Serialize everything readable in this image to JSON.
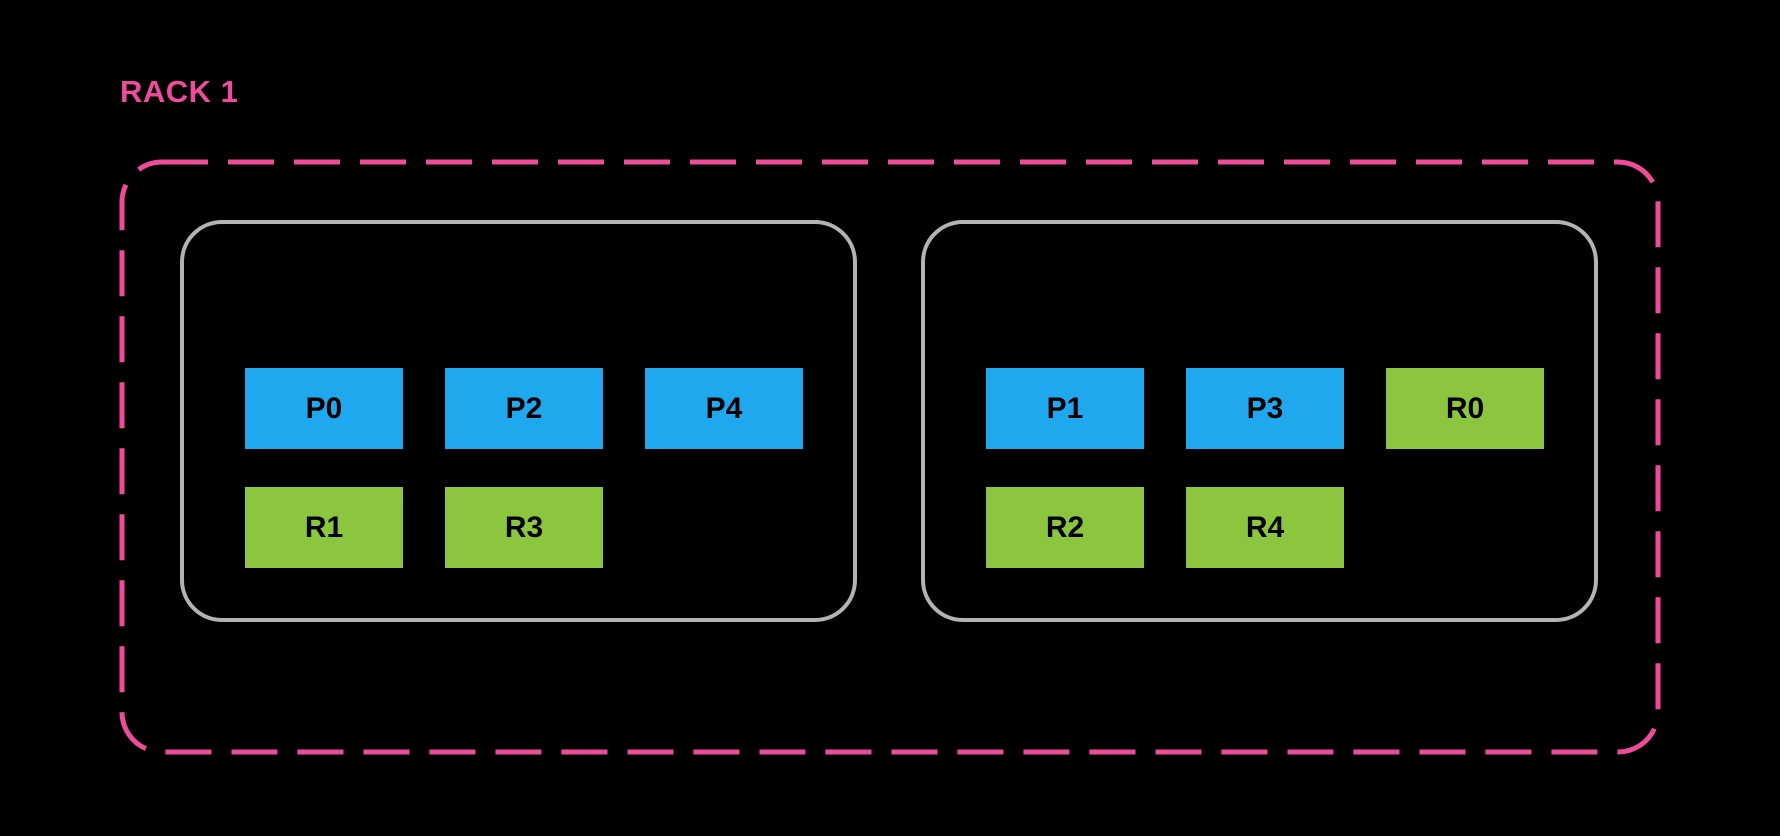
{
  "colors": {
    "background": "#000000",
    "primary": "#20a8ef",
    "replica": "#8cc63f",
    "rack_border": "#ee4c9b",
    "node_border": "#b3b3b3",
    "slot_text": "#000000"
  },
  "rack": {
    "label": "RACK 1",
    "nodes": [
      {
        "slots": [
          {
            "label": "P0",
            "type": "primary"
          },
          {
            "label": "P2",
            "type": "primary"
          },
          {
            "label": "P4",
            "type": "primary"
          },
          {
            "label": "R1",
            "type": "replica"
          },
          {
            "label": "R3",
            "type": "replica"
          }
        ]
      },
      {
        "slots": [
          {
            "label": "P1",
            "type": "primary"
          },
          {
            "label": "P3",
            "type": "primary"
          },
          {
            "label": "R0",
            "type": "replica"
          },
          {
            "label": "R2",
            "type": "replica"
          },
          {
            "label": "R4",
            "type": "replica"
          }
        ]
      }
    ]
  }
}
